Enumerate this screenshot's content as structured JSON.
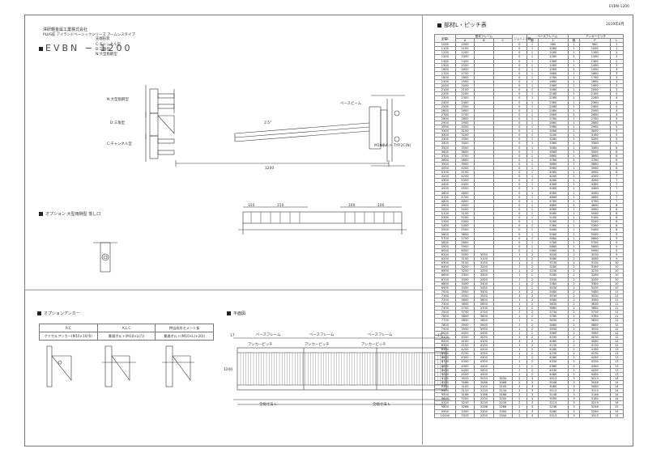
{
  "page_code": "EVBN-1200",
  "company": "澤研軽金属工業株式会社",
  "product_line": "PLUS庇 アイランドベーシックシリーズ アームレスタイプ",
  "model_label": "EVBN − 1200",
  "construction_heading": "先端形状",
  "construction_types": [
    "C:チャンネル型",
    "D:三角型",
    "N:大型角鋼型"
  ],
  "side_labels": [
    "N:大型角鋼型",
    "D:三角型",
    "C:チャンネル型"
  ],
  "side_dims": {
    "projection": "1200",
    "slope": "2.5°",
    "beam_note": "ベースビーム",
    "anchor_note": "M10ボルト TYP.2C(N)"
  },
  "sections": {
    "option_rain": "オプション 大型雨樋型 落し口",
    "option_anchor": "オプションアンカー",
    "plan": "平面図",
    "spec_title": "部材L・ピッチ表",
    "spec_date": "2019年6月"
  },
  "rain_dims": [
    "150",
    "150",
    "100",
    "100"
  ],
  "anchor_table": {
    "headers": [
      "R.C",
      "A.L.C",
      "押出成形セメント板"
    ],
    "items": [
      "ケミカルアンカー(M10×10?0)",
      "貫通ボルト(M10×L(?))",
      "貫通ボルト(M10×L(+20))"
    ]
  },
  "plan_labels": {
    "beam": "ベースフレーム",
    "pitch": "アンカーピッチ",
    "total": "全幅寸法 L",
    "depth": "1200",
    "left_dim": "17",
    "side_dim": "105"
  },
  "spec_headers": {
    "width": "全幅L",
    "frame_group": "基本フレーム",
    "frame_cols": [
      "A",
      "B",
      "C"
    ],
    "joint": "ジョイント数",
    "base_group": "ベースフレーム",
    "base_cols": [
      "数",
      "L"
    ],
    "anchor_group": "アンカーピッチ",
    "anchor_cols": [
      "数",
      "P",
      "L"
    ]
  },
  "spec_rows": [
    [
      "1000",
      "1000",
      "",
      "",
      "0",
      "1",
      "960",
      "1",
      "960",
      "1"
    ],
    [
      "1100",
      "1100",
      "",
      "",
      "0",
      "1",
      "1060",
      "1",
      "1060",
      "1"
    ],
    [
      "1200",
      "1200",
      "",
      "",
      "0",
      "1",
      "1160",
      "1",
      "1160",
      "2"
    ],
    [
      "1300",
      "1300",
      "",
      "",
      "0",
      "1",
      "1260",
      "1",
      "1260",
      "2"
    ],
    [
      "1400",
      "1400",
      "",
      "",
      "0",
      "1",
      "1360",
      "1",
      "1360",
      "2"
    ],
    [
      "1500",
      "1500",
      "",
      "",
      "0",
      "1",
      "1460",
      "1",
      "1460",
      "3"
    ],
    [
      "1600",
      "1600",
      "",
      "",
      "0",
      "1",
      "1560",
      "1",
      "1560",
      "3"
    ],
    [
      "1700",
      "1700",
      "",
      "",
      "0",
      "1",
      "1660",
      "1",
      "1660",
      "3"
    ],
    [
      "1800",
      "1800",
      "",
      "",
      "0",
      "1",
      "1760",
      "1",
      "1760",
      "3"
    ],
    [
      "1900",
      "1900",
      "",
      "",
      "0",
      "1",
      "1860",
      "1",
      "1860",
      "3"
    ],
    [
      "2000",
      "2000",
      "",
      "",
      "0",
      "1",
      "1960",
      "1",
      "1960",
      "3"
    ],
    [
      "2100",
      "2100",
      "",
      "",
      "0",
      "1",
      "2060",
      "1",
      "2060",
      "3"
    ],
    [
      "2200",
      "2200",
      "",
      "",
      "0",
      "1",
      "2160",
      "1",
      "2160",
      "4"
    ],
    [
      "2300",
      "2300",
      "",
      "",
      "0",
      "1",
      "2260",
      "1",
      "2260",
      "4"
    ],
    [
      "2400",
      "2400",
      "",
      "",
      "0",
      "1",
      "2360",
      "1",
      "2360",
      "4"
    ],
    [
      "2500",
      "2500",
      "",
      "",
      "0",
      "1",
      "2460",
      "1",
      "2460",
      "4"
    ],
    [
      "2600",
      "2600",
      "",
      "",
      "0",
      "1",
      "2560",
      "1",
      "2560",
      "4"
    ],
    [
      "2700",
      "2700",
      "",
      "",
      "0",
      "1",
      "2660",
      "1",
      "2660",
      "4"
    ],
    [
      "2800",
      "2800",
      "",
      "",
      "0",
      "1",
      "2760",
      "1",
      "2760",
      "5"
    ],
    [
      "2900",
      "2900",
      "",
      "",
      "0",
      "1",
      "2860",
      "1",
      "2860",
      "5"
    ],
    [
      "3000",
      "3000",
      "",
      "",
      "0",
      "1",
      "2960",
      "1",
      "2960",
      "5"
    ],
    [
      "3100",
      "3100",
      "",
      "",
      "0",
      "1",
      "3060",
      "1",
      "3060",
      "5"
    ],
    [
      "3200",
      "3200",
      "",
      "",
      "0",
      "1",
      "3160",
      "1",
      "3160",
      "5"
    ],
    [
      "3300",
      "3300",
      "",
      "",
      "0",
      "1",
      "3260",
      "1",
      "3260",
      "5"
    ],
    [
      "3400",
      "3400",
      "",
      "",
      "0",
      "1",
      "3360",
      "1",
      "3360",
      "5"
    ],
    [
      "3500",
      "3500",
      "",
      "",
      "0",
      "1",
      "3460",
      "1",
      "3460",
      "6"
    ],
    [
      "3600",
      "3600",
      "",
      "",
      "0",
      "1",
      "3560",
      "1",
      "3560",
      "6"
    ],
    [
      "3700",
      "3700",
      "",
      "",
      "0",
      "1",
      "3660",
      "1",
      "3660",
      "6"
    ],
    [
      "3800",
      "3800",
      "",
      "",
      "0",
      "1",
      "3760",
      "1",
      "3760",
      "6"
    ],
    [
      "3900",
      "3900",
      "",
      "",
      "0",
      "1",
      "3860",
      "1",
      "3860",
      "6"
    ],
    [
      "4000",
      "4000",
      "",
      "",
      "0",
      "1",
      "3960",
      "1",
      "3960",
      "6"
    ],
    [
      "4100",
      "4100",
      "",
      "",
      "0",
      "1",
      "4060",
      "1",
      "4060",
      "6"
    ],
    [
      "4200",
      "4200",
      "",
      "",
      "0",
      "1",
      "4160",
      "1",
      "4160",
      "7"
    ],
    [
      "4300",
      "4300",
      "",
      "",
      "0",
      "1",
      "4260",
      "1",
      "4260",
      "7"
    ],
    [
      "4400",
      "4400",
      "",
      "",
      "0",
      "1",
      "4360",
      "1",
      "4360",
      "7"
    ],
    [
      "4500",
      "4500",
      "",
      "",
      "0",
      "1",
      "4460",
      "1",
      "4460",
      "7"
    ],
    [
      "4600",
      "4600",
      "",
      "",
      "0",
      "1",
      "4560",
      "1",
      "4560",
      "7"
    ],
    [
      "4700",
      "4700",
      "",
      "",
      "0",
      "1",
      "4660",
      "1",
      "4660",
      "7"
    ],
    [
      "4800",
      "4800",
      "",
      "",
      "0",
      "1",
      "4760",
      "1",
      "4760",
      "7"
    ],
    [
      "4900",
      "4900",
      "",
      "",
      "0",
      "1",
      "4860",
      "1",
      "4860",
      "8"
    ],
    [
      "5000",
      "5000",
      "",
      "",
      "0",
      "1",
      "4960",
      "1",
      "4960",
      "8"
    ],
    [
      "5100",
      "5100",
      "",
      "",
      "0",
      "1",
      "5060",
      "1",
      "5060",
      "8"
    ],
    [
      "5200",
      "5200",
      "",
      "",
      "0",
      "1",
      "5160",
      "1",
      "5160",
      "8"
    ],
    [
      "5300",
      "5300",
      "",
      "",
      "0",
      "1",
      "5260",
      "1",
      "5260",
      "8"
    ],
    [
      "5400",
      "5400",
      "",
      "",
      "0",
      "1",
      "5360",
      "1",
      "5360",
      "8"
    ],
    [
      "5500",
      "5500",
      "",
      "",
      "0",
      "1",
      "5460",
      "1",
      "5460",
      "8"
    ],
    [
      "5600",
      "5600",
      "",
      "",
      "0",
      "1",
      "5560",
      "1",
      "5560",
      "9"
    ],
    [
      "5700",
      "5700",
      "",
      "",
      "0",
      "1",
      "5660",
      "1",
      "5660",
      "9"
    ],
    [
      "5800",
      "5800",
      "",
      "",
      "0",
      "1",
      "5760",
      "1",
      "5760",
      "9"
    ],
    [
      "5900",
      "5900",
      "",
      "",
      "0",
      "1",
      "5860",
      "1",
      "5860",
      "9"
    ],
    [
      "6000",
      "6000",
      "",
      "",
      "0",
      "1",
      "5960",
      "1",
      "5960",
      "9"
    ],
    [
      "6100",
      "3050",
      "3050",
      "",
      "1",
      "2",
      "3030",
      "2",
      "3030",
      "9"
    ],
    [
      "6200",
      "3100",
      "3100",
      "",
      "1",
      "2",
      "3080",
      "2",
      "3080",
      "9"
    ],
    [
      "6300",
      "3150",
      "3150",
      "",
      "1",
      "2",
      "3130",
      "2",
      "3130",
      "10"
    ],
    [
      "6400",
      "3200",
      "3200",
      "",
      "1",
      "2",
      "3180",
      "2",
      "3180",
      "10"
    ],
    [
      "6500",
      "3250",
      "3250",
      "",
      "1",
      "2",
      "3230",
      "2",
      "3230",
      "10"
    ],
    [
      "6600",
      "3300",
      "3300",
      "",
      "1",
      "2",
      "3280",
      "2",
      "3280",
      "10"
    ],
    [
      "6700",
      "3350",
      "3350",
      "",
      "1",
      "2",
      "3330",
      "2",
      "3330",
      "10"
    ],
    [
      "6800",
      "3400",
      "3400",
      "",
      "1",
      "2",
      "3380",
      "2",
      "3380",
      "10"
    ],
    [
      "6900",
      "3450",
      "3450",
      "",
      "1",
      "2",
      "3430",
      "2",
      "3430",
      "10"
    ],
    [
      "7000",
      "3500",
      "3500",
      "",
      "1",
      "2",
      "3480",
      "2",
      "3480",
      "11"
    ],
    [
      "7100",
      "3550",
      "3550",
      "",
      "1",
      "2",
      "3530",
      "2",
      "3530",
      "11"
    ],
    [
      "7200",
      "3600",
      "3600",
      "",
      "1",
      "2",
      "3580",
      "2",
      "3580",
      "11"
    ],
    [
      "7300",
      "3650",
      "3650",
      "",
      "1",
      "2",
      "3630",
      "2",
      "3630",
      "11"
    ],
    [
      "7400",
      "3700",
      "3700",
      "",
      "1",
      "2",
      "3680",
      "2",
      "3680",
      "11"
    ],
    [
      "7500",
      "3750",
      "3750",
      "",
      "1",
      "2",
      "3730",
      "2",
      "3730",
      "11"
    ],
    [
      "7600",
      "3800",
      "3800",
      "",
      "1",
      "2",
      "3780",
      "2",
      "3780",
      "11"
    ],
    [
      "7700",
      "3850",
      "3850",
      "",
      "1",
      "2",
      "3830",
      "2",
      "3830",
      "12"
    ],
    [
      "7800",
      "3900",
      "3900",
      "",
      "1",
      "2",
      "3880",
      "2",
      "3880",
      "12"
    ],
    [
      "7900",
      "3950",
      "3950",
      "",
      "1",
      "2",
      "3930",
      "2",
      "3930",
      "12"
    ],
    [
      "8000",
      "4000",
      "4000",
      "",
      "1",
      "2",
      "3980",
      "2",
      "3980",
      "12"
    ],
    [
      "8100",
      "4050",
      "4050",
      "",
      "1",
      "2",
      "4030",
      "2",
      "4030",
      "12"
    ],
    [
      "8200",
      "4100",
      "4100",
      "",
      "1",
      "2",
      "4080",
      "2",
      "4080",
      "12"
    ],
    [
      "8300",
      "4150",
      "4150",
      "",
      "1",
      "2",
      "4130",
      "2",
      "4130",
      "12"
    ],
    [
      "8400",
      "4200",
      "4200",
      "",
      "1",
      "2",
      "4180",
      "2",
      "4180",
      "13"
    ],
    [
      "8500",
      "4250",
      "4250",
      "",
      "1",
      "2",
      "4230",
      "2",
      "4230",
      "13"
    ],
    [
      "8600",
      "4300",
      "4300",
      "",
      "1",
      "2",
      "4280",
      "2",
      "4280",
      "13"
    ],
    [
      "8700",
      "4350",
      "4350",
      "",
      "1",
      "2",
      "4330",
      "2",
      "4330",
      "13"
    ],
    [
      "8800",
      "4400",
      "4400",
      "",
      "1",
      "2",
      "4380",
      "2",
      "4380",
      "13"
    ],
    [
      "8900",
      "4450",
      "4450",
      "",
      "1",
      "2",
      "4430",
      "2",
      "4430",
      "13"
    ],
    [
      "9000",
      "4500",
      "4500",
      "",
      "1",
      "2",
      "4480",
      "2",
      "4480",
      "13"
    ],
    [
      "9100",
      "3033",
      "3033",
      "3034",
      "2",
      "3",
      "3013",
      "3",
      "3013",
      "14"
    ],
    [
      "9200",
      "3066",
      "3066",
      "3068",
      "2",
      "3",
      "3046",
      "3",
      "3046",
      "14"
    ],
    [
      "9300",
      "3100",
      "3100",
      "3100",
      "2",
      "3",
      "3080",
      "3",
      "3080",
      "14"
    ],
    [
      "9400",
      "3133",
      "3133",
      "3134",
      "2",
      "3",
      "3113",
      "3",
      "3113",
      "14"
    ],
    [
      "9500",
      "3166",
      "3166",
      "3168",
      "2",
      "3",
      "3146",
      "3",
      "3146",
      "14"
    ],
    [
      "9600",
      "3200",
      "3200",
      "3200",
      "2",
      "3",
      "3180",
      "3",
      "3180",
      "14"
    ],
    [
      "9700",
      "3233",
      "3233",
      "3234",
      "2",
      "3",
      "3213",
      "3",
      "3213",
      "14"
    ],
    [
      "9800",
      "3266",
      "3266",
      "3268",
      "2",
      "3",
      "3246",
      "3",
      "3246",
      "15"
    ],
    [
      "9900",
      "3300",
      "3300",
      "3300",
      "2",
      "3",
      "3280",
      "3",
      "3280",
      "15"
    ],
    [
      "10000",
      "3333",
      "3333",
      "3334",
      "2",
      "3",
      "3313",
      "3",
      "3313",
      "15"
    ]
  ]
}
